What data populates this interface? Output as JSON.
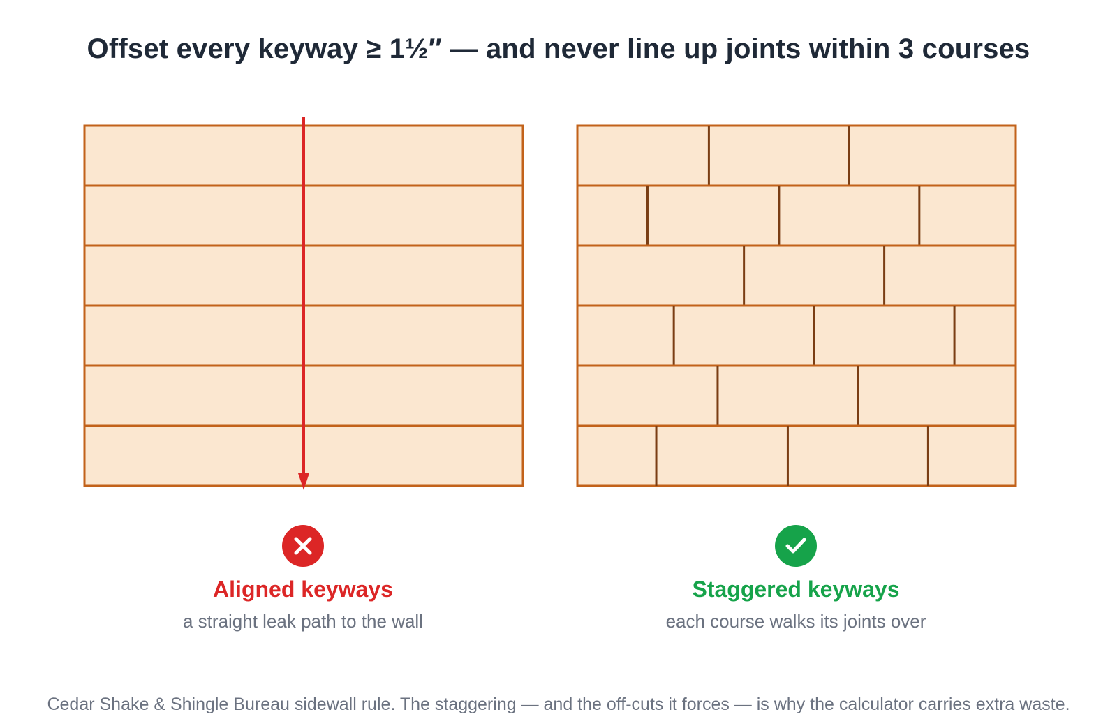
{
  "title": "Offset every keyway ≥ 1½″ — and never line up joints within 3 courses",
  "colors": {
    "shingle_fill": "#fbe7d0",
    "bad_stroke": "#c2621a",
    "good_stroke": "#c2621a",
    "good_joint": "#7a3e14",
    "leak_arrow": "#dc2626",
    "bad_accent": "#dc2626",
    "good_accent": "#16a34a"
  },
  "panels": {
    "aligned": {
      "label": "Aligned keyways",
      "subtitle": "a straight leak path to the wall",
      "icon": "x-icon",
      "courses": 6,
      "joints_per_course": [
        [
          0.5
        ],
        [
          0.5
        ],
        [
          0.5
        ],
        [
          0.5
        ],
        [
          0.5
        ],
        [
          0.5
        ]
      ]
    },
    "staggered": {
      "label": "Staggered keyways",
      "subtitle": "each course walks its joints over",
      "icon": "check-icon",
      "courses": 6,
      "joints_per_course": [
        [
          0.3,
          0.62
        ],
        [
          0.16,
          0.46,
          0.78
        ],
        [
          0.38,
          0.7
        ],
        [
          0.22,
          0.54,
          0.86
        ],
        [
          0.32,
          0.64
        ],
        [
          0.18,
          0.48,
          0.8
        ]
      ]
    }
  },
  "footnote": "Cedar Shake & Shingle Bureau sidewall rule. The staggering — and the off-cuts it forces — is why the calculator carries extra waste."
}
